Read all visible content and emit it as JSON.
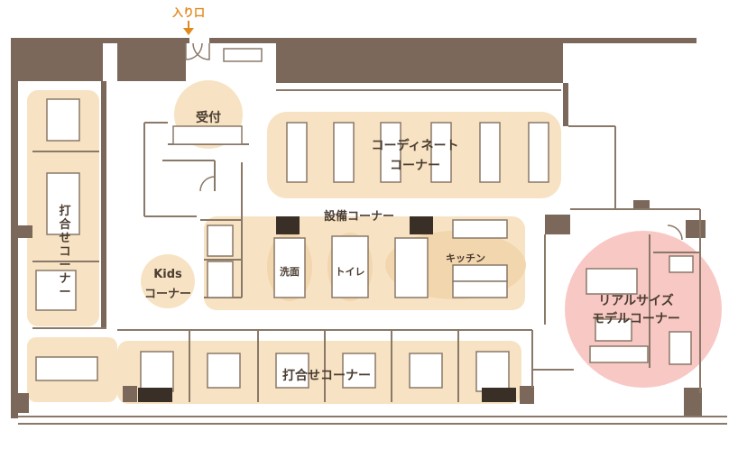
{
  "entrance": {
    "label": "入り口",
    "arrow_color": "#e08a1e"
  },
  "zones": {
    "reception": "受付",
    "coordinate": [
      "コーディネート",
      "コーナー"
    ],
    "equipment": "設備コーナー",
    "washroom": "洗面",
    "toilet": "トイレ",
    "kitchen": "キッチン",
    "kids": [
      "Kids",
      "コーナー"
    ],
    "meeting_vertical": [
      "打",
      "合",
      "せ",
      "コ",
      "ー",
      "ナ",
      "ー"
    ],
    "meeting_bottom": "打合せコーナー",
    "model": [
      "リアルサイズ",
      "モデルコーナー"
    ]
  },
  "colors": {
    "zone_fill": "#f7e3c3",
    "model_fill": "#f8c8c4",
    "wall": "#7b685a",
    "line": "#8a7868",
    "text": "#4a3c31",
    "accent": "#e08a1e"
  }
}
